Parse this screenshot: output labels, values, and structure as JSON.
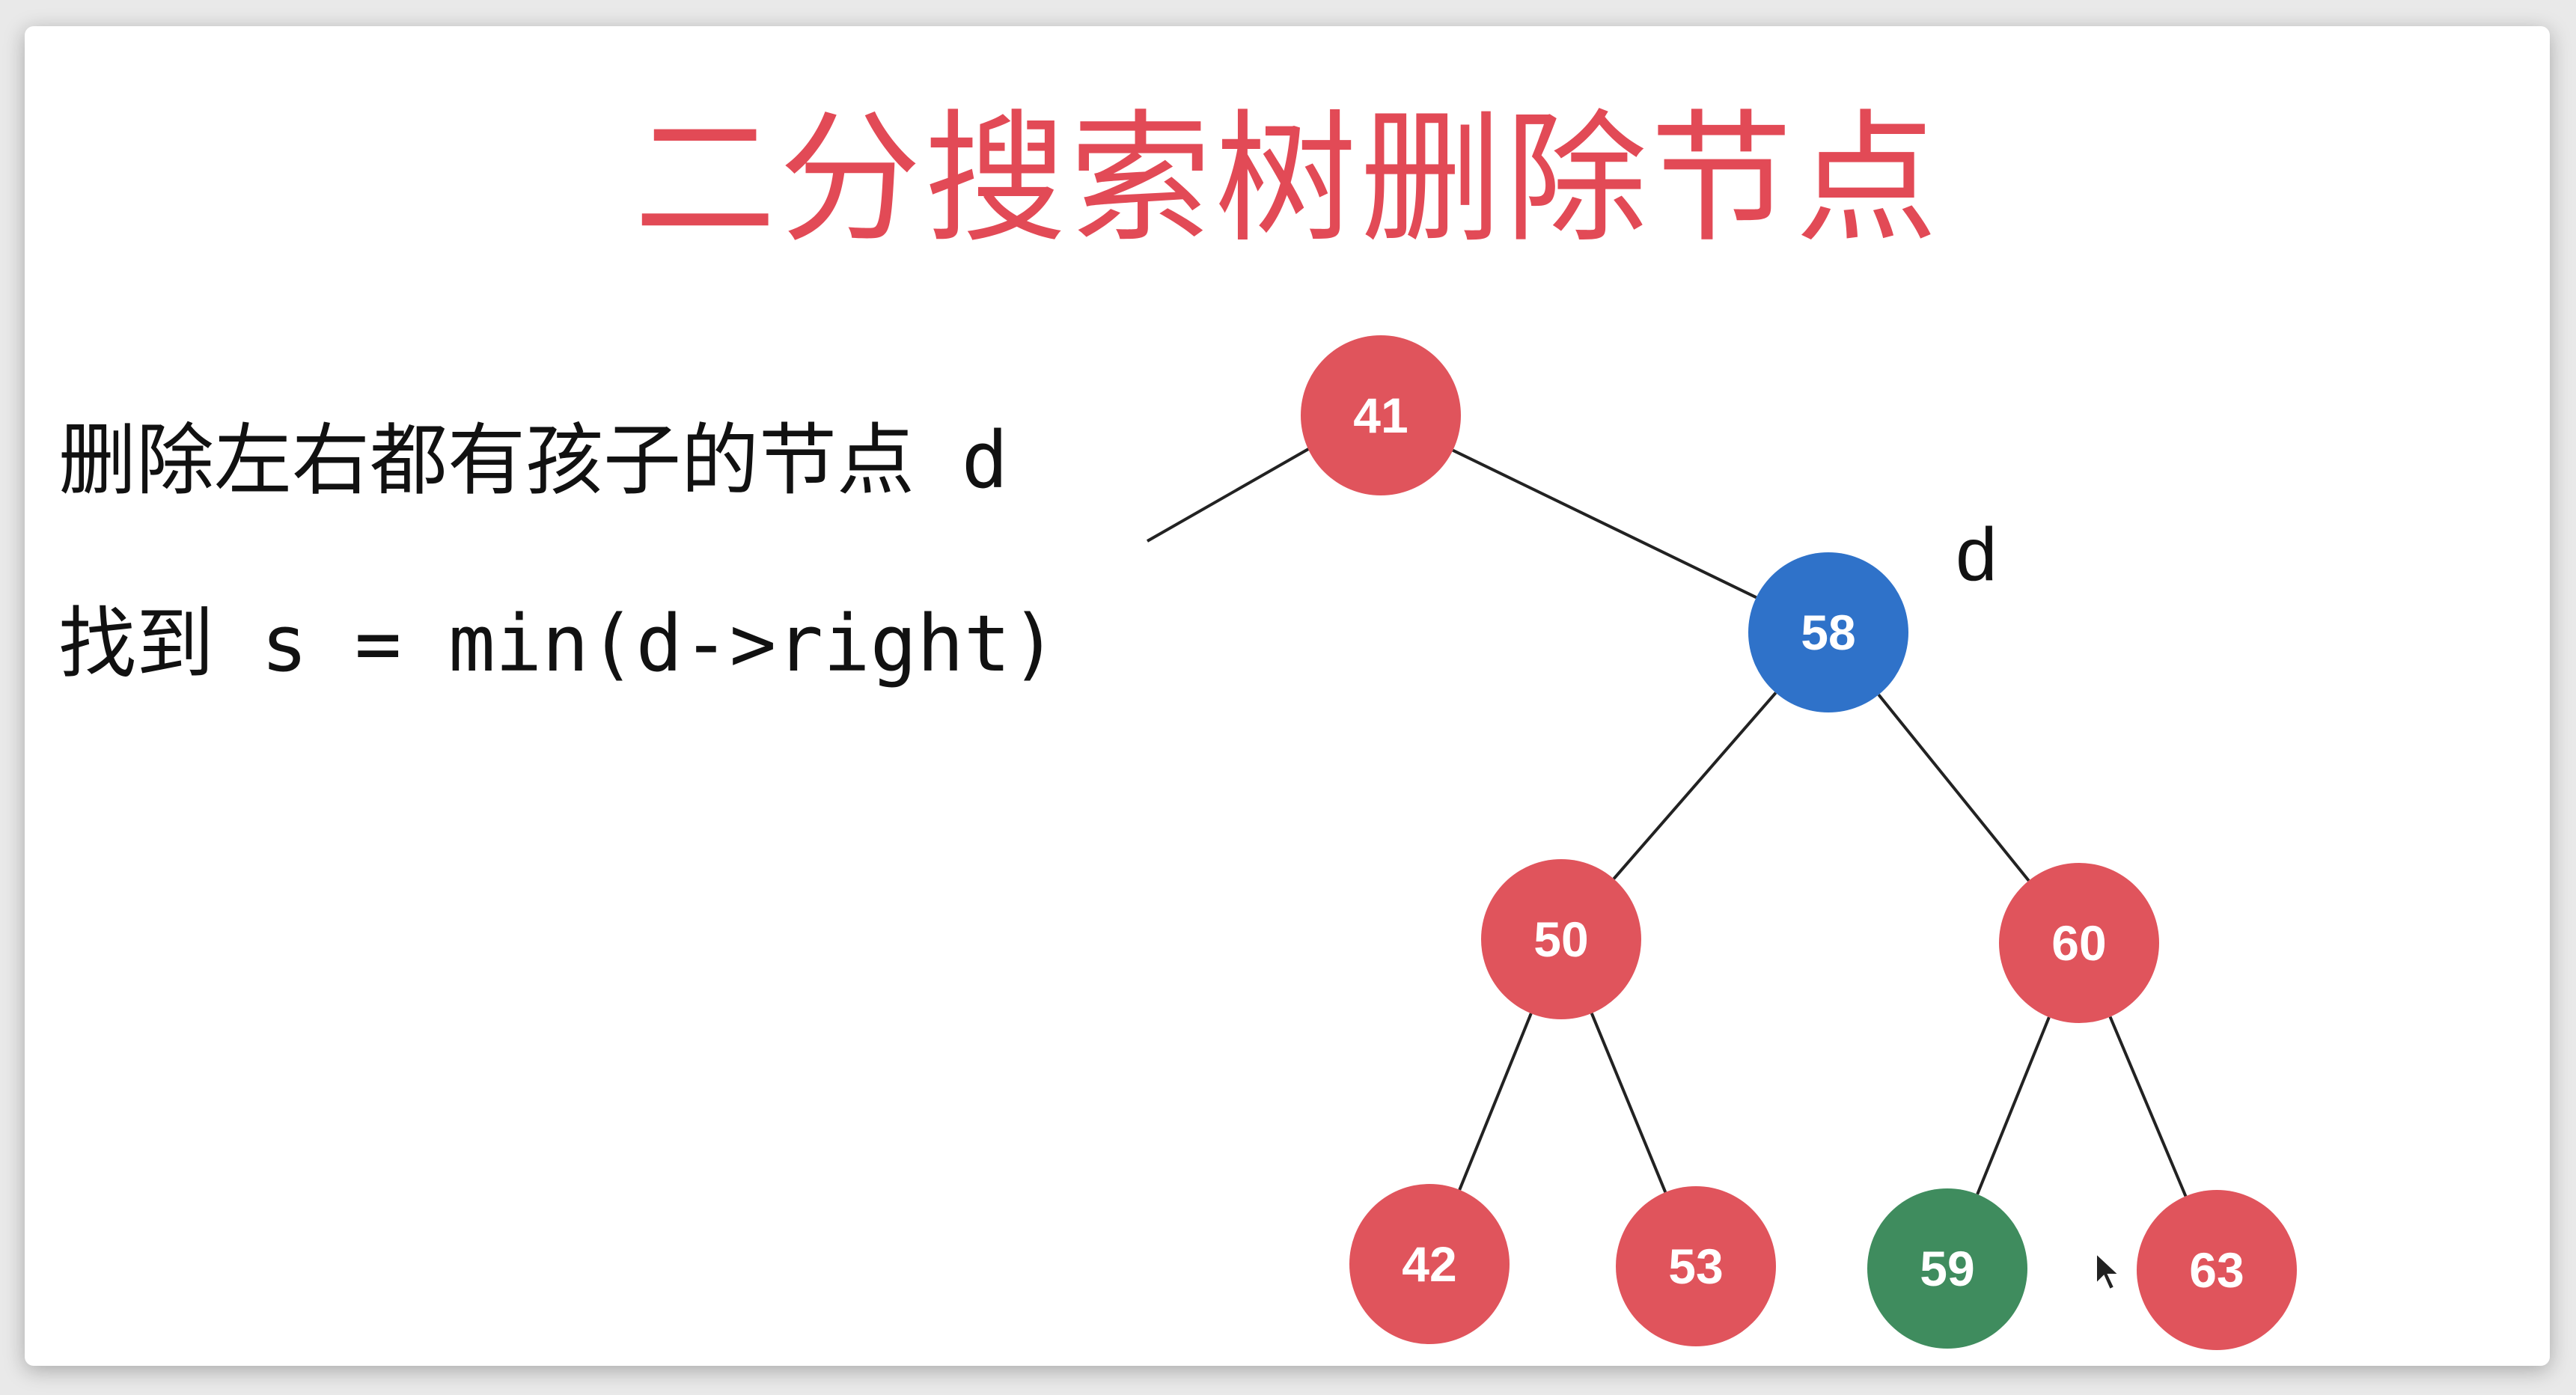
{
  "title": "二分搜索树删除节点",
  "text_lines": [
    "删除左右都有孩子的节点 d",
    "找到 s = min(d->right)"
  ],
  "colors": {
    "title": "#e24a56",
    "node_default": "#e0545c",
    "node_deleted": "#2f72c9",
    "node_successor": "#3f8c5e",
    "edge": "#222222"
  },
  "tree": {
    "nodes": [
      {
        "id": "n41",
        "value": "41",
        "role": "default"
      },
      {
        "id": "n58",
        "value": "58",
        "role": "deleted"
      },
      {
        "id": "n50",
        "value": "50",
        "role": "default"
      },
      {
        "id": "n60",
        "value": "60",
        "role": "default"
      },
      {
        "id": "n42",
        "value": "42",
        "role": "default"
      },
      {
        "id": "n53",
        "value": "53",
        "role": "default"
      },
      {
        "id": "n59",
        "value": "59",
        "role": "successor"
      },
      {
        "id": "n63",
        "value": "63",
        "role": "default"
      }
    ],
    "edges": [
      [
        "n41",
        "n58"
      ],
      [
        "n58",
        "n50"
      ],
      [
        "n58",
        "n60"
      ],
      [
        "n50",
        "n42"
      ],
      [
        "n50",
        "n53"
      ],
      [
        "n60",
        "n59"
      ],
      [
        "n60",
        "n63"
      ]
    ],
    "d_label": "d"
  }
}
